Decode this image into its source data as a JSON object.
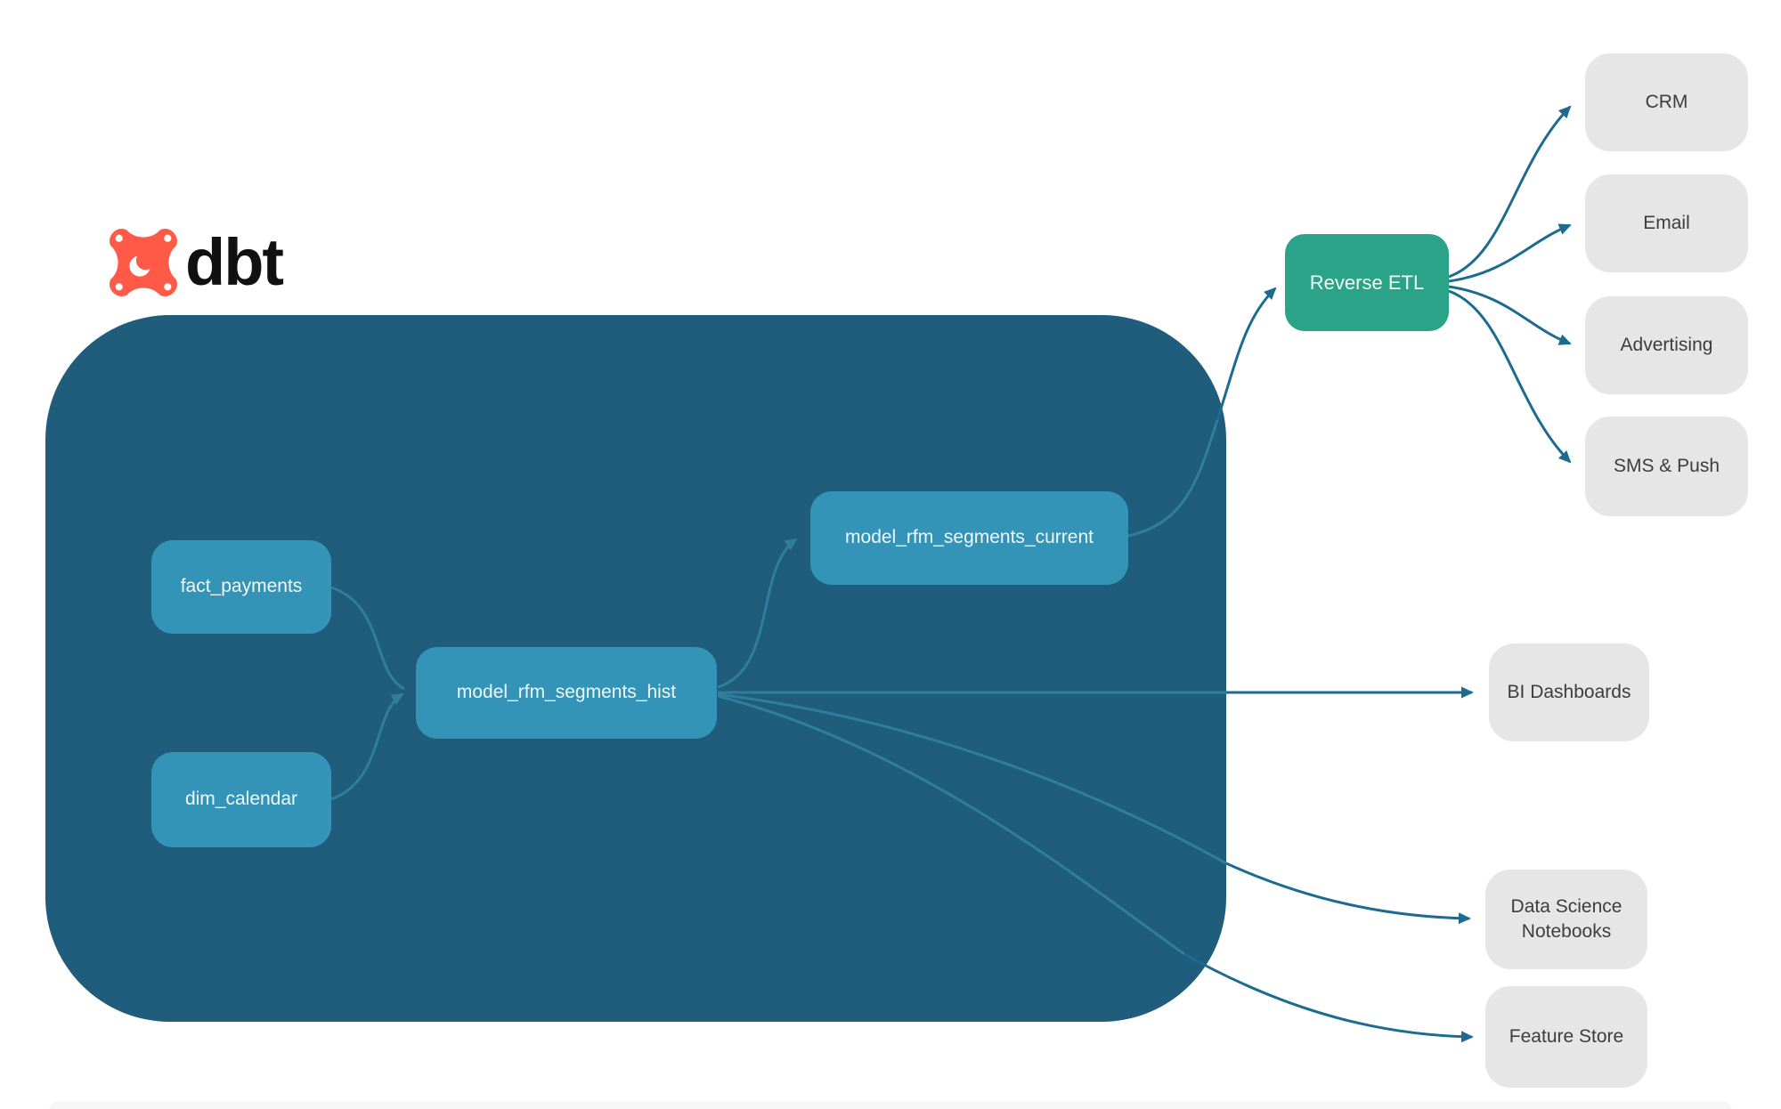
{
  "logo": {
    "brand": "dbt",
    "icon": "dbt-star-icon",
    "color": "#ff5947"
  },
  "colors": {
    "warehouse_container": "#205d7d",
    "model_node": "#3494b7",
    "reverse_etl_node": "#2ba389",
    "destination_node": "#e6e6e6",
    "destination_text": "#3d3d3d",
    "connector_inside": "#2f7e9c",
    "connector_outside": "#1d6b8f",
    "logo_orange": "#ff5947",
    "logo_text": "#111111"
  },
  "diagram": {
    "models": [
      {
        "label": "fact_payments"
      },
      {
        "label": "dim_calendar"
      },
      {
        "label": "model_rfm_segments_hist"
      },
      {
        "label": "model_rfm_segments_current"
      }
    ],
    "reverse_etl": {
      "label": "Reverse ETL"
    },
    "destinations": [
      {
        "label": "CRM"
      },
      {
        "label": "Email"
      },
      {
        "label": "Advertising"
      },
      {
        "label": "SMS & Push"
      },
      {
        "label": "BI Dashboards"
      },
      {
        "label": "Data Science Notebooks"
      },
      {
        "label": "Feature Store"
      }
    ]
  }
}
